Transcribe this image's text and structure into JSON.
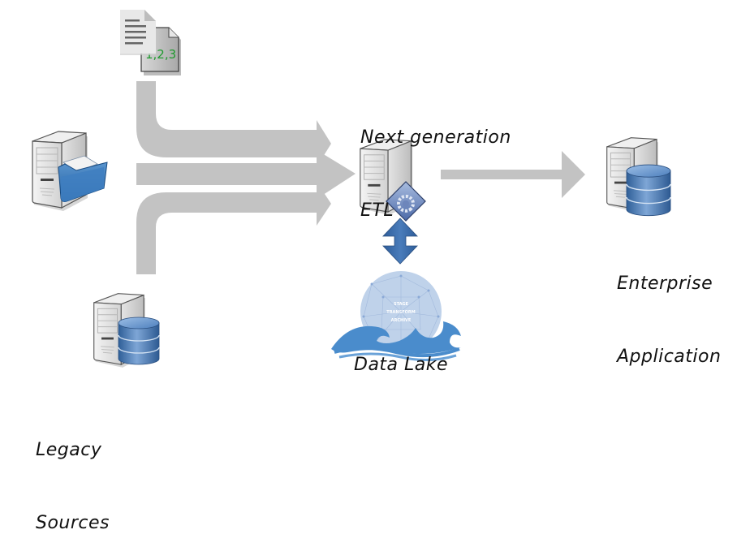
{
  "diagram": {
    "title": "Next generation ETL architecture",
    "nodes": {
      "etl": {
        "label_line1": "Next generation",
        "label_line2": "ETL",
        "icon": "server-with-gear-icon"
      },
      "enterprise": {
        "label_line1": "Enterprise",
        "label_line2": "Application",
        "icon": "server-with-database-icon"
      },
      "data_lake": {
        "label": "Data Lake",
        "icon": "data-lake-wave-icon",
        "inner_text": [
          "STAGE",
          "TRANSFORM",
          "ARCHIVE"
        ]
      },
      "legacy": {
        "label_line1": "Legacy",
        "label_line2": "Sources",
        "icon": "server-with-database-icon"
      },
      "file_source": {
        "icon": "file-server-icon"
      },
      "document_source": {
        "icon": "documents-csv-icon",
        "csv_text": "1,2,3"
      }
    },
    "edges": [
      {
        "from": "document_source",
        "to": "etl",
        "style": "curved-arrow"
      },
      {
        "from": "file_source",
        "to": "etl",
        "style": "straight-arrow"
      },
      {
        "from": "legacy",
        "to": "etl",
        "style": "curved-arrow"
      },
      {
        "from": "etl",
        "to": "enterprise",
        "style": "straight-arrow"
      },
      {
        "from": "etl",
        "to": "data_lake",
        "style": "bidirectional-arrow"
      }
    ],
    "colors": {
      "arrow_gray": "#c3c3c3",
      "bidirectional_blue": "#3e6da8",
      "database_blue": "#4a7bb5",
      "lake_blue": "#4a8ccc",
      "lake_circle": "#b8cde8",
      "csv_green": "#1f9a2e"
    }
  }
}
